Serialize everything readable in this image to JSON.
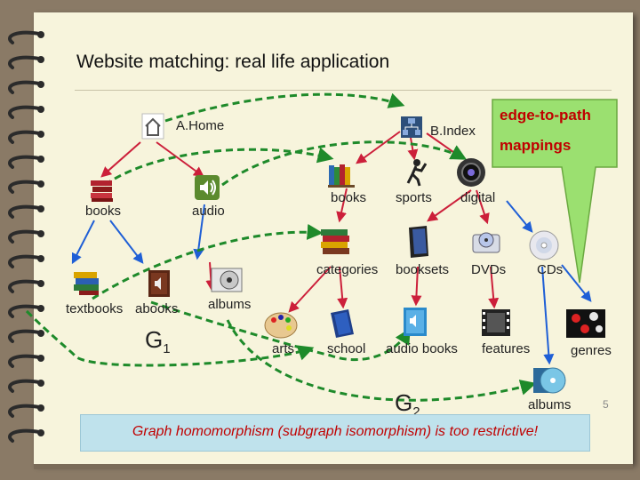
{
  "title": "Website matching: real life application",
  "callout": {
    "line1": "edge-to-path",
    "line2": "mappings"
  },
  "graph1": {
    "name": "G",
    "name_sub": "1",
    "nodes": {
      "home": "A.Home",
      "books": "books",
      "audio": "audio",
      "textbooks": "textbooks",
      "abooks": "abooks",
      "albums": "albums"
    }
  },
  "graph2": {
    "name": "G",
    "name_sub": "2",
    "nodes": {
      "index": "B.Index",
      "books": "books",
      "sports": "sports",
      "digital": "digital",
      "categories": "categories",
      "booksets": "booksets",
      "dvds": "DVDs",
      "cds": "CDs",
      "arts": "arts",
      "school": "school",
      "audiobooks": "audio books",
      "features": "features",
      "genres": "genres",
      "albums": "albums"
    }
  },
  "footer": "Graph homomorphism (subgraph isomorphism) is too restrictive!",
  "page_number": "5",
  "colors": {
    "edge_red": "#cc1f3a",
    "edge_blue": "#1f5fd6",
    "mapping_green": "#1e8a2a",
    "callout_fill": "#9be070",
    "footer_fill": "#bfe2ec"
  },
  "icons": [
    "house-icon",
    "sitemap-icon",
    "books-stack-icon",
    "speaker-icon",
    "textbooks-icon",
    "audiobook-icon",
    "cd-case-icon",
    "bookshelf-icon",
    "baseball-player-icon",
    "webcam-icon",
    "book-set-icon",
    "dvd-icon",
    "cd-icon",
    "palette-icon",
    "blue-book-icon",
    "blue-audio-book-icon",
    "film-icon",
    "genres-icon",
    "albums-icon"
  ]
}
